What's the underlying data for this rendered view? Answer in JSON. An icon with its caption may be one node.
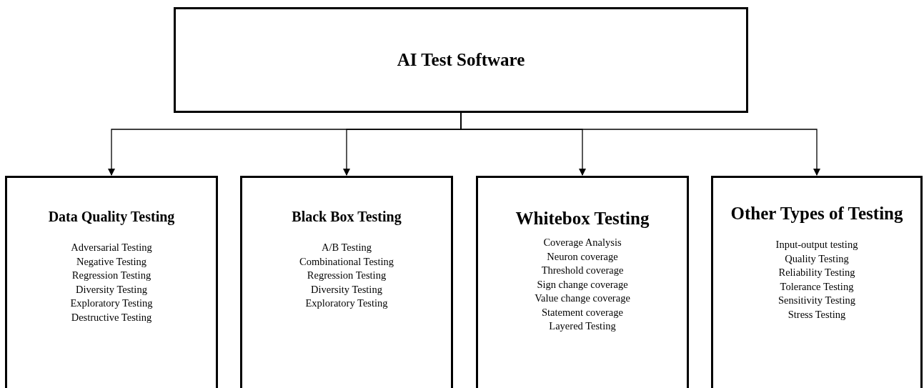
{
  "diagram": {
    "nodes": [
      {
        "text": [
          "AI Test Software"
        ]
      },
      {
        "text": [
          "Data Quality Testing",
          "Adversarial Testing",
          "Negative Testing",
          "Regression Testing",
          "Diversity Testing",
          "Exploratory Testing",
          "Destructive Testing"
        ]
      },
      {
        "text": [
          "Black Box Testing",
          "A/B Testing",
          "Combinational Testing",
          "Regression Testing",
          "Diversity Testing",
          "Exploratory Testing"
        ]
      },
      {
        "text": [
          "Whitebox Testing",
          "Coverage Analysis",
          "Neuron coverage",
          "Threshold coverage",
          "Sign change coverage",
          "Value change coverage",
          "Statement coverage",
          "Layered Testing"
        ]
      },
      {
        "text": [
          "Other Types of Testing",
          "Input-output testing",
          "Quality Testing",
          "Reliability Testing",
          "Tolerance Testing",
          "Sensitivity Testing",
          "Stress Testing"
        ]
      }
    ],
    "edges": [
      {
        "from": 0,
        "to": 1,
        "arrow": "to"
      },
      {
        "from": 0,
        "to": 2,
        "arrow": "to"
      },
      {
        "from": 0,
        "to": 3,
        "arrow": "to"
      },
      {
        "from": 0,
        "to": 4,
        "arrow": "to"
      }
    ]
  }
}
